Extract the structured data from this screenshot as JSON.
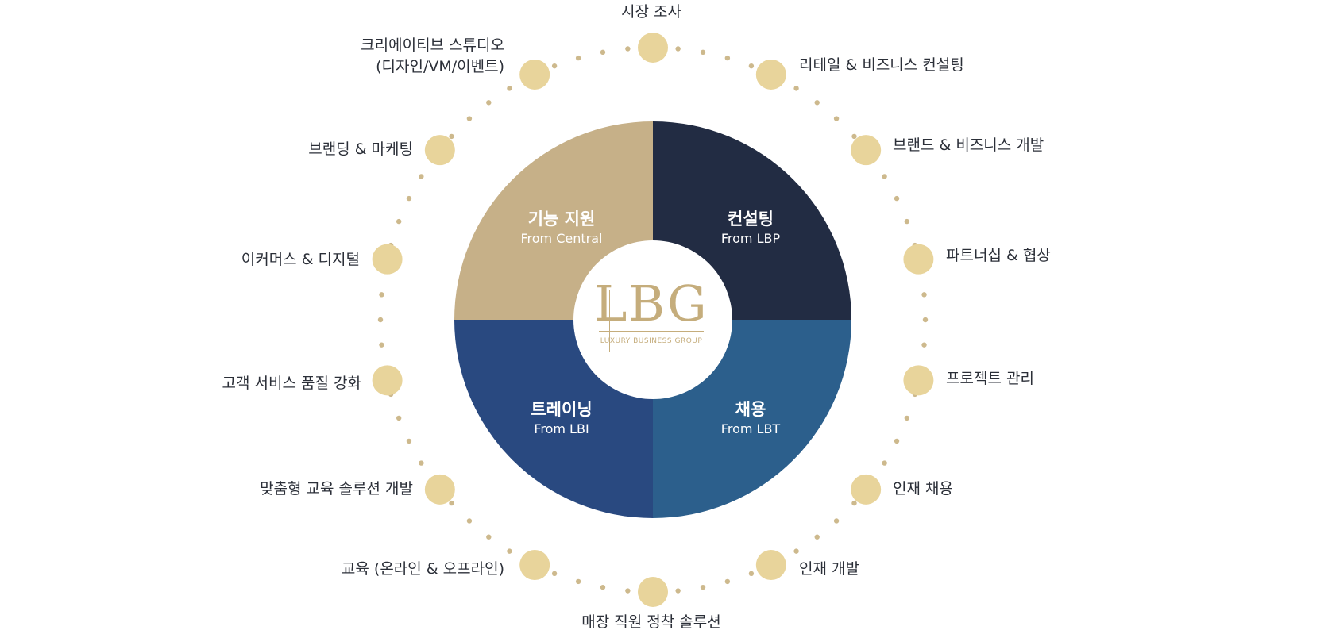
{
  "center": {
    "logo_text": "LBG",
    "logo_subtitle": "LUXURY BUSINESS GROUP"
  },
  "quadrants": [
    {
      "title": "기능 지원",
      "subtitle": "From Central",
      "color": "#c6b088"
    },
    {
      "title": "컨설팅",
      "subtitle": "From LBP",
      "color": "#222c43"
    },
    {
      "title": "채용",
      "subtitle": "From LBT",
      "color": "#2c5f8c"
    },
    {
      "title": "트레이닝",
      "subtitle": "From LBI",
      "color": "#294980"
    }
  ],
  "outer_nodes": [
    {
      "label": "시장 조사"
    },
    {
      "label": "리테일 & 비즈니스 컨설팅"
    },
    {
      "label": "브랜드 & 비즈니스 개발"
    },
    {
      "label": "파트너십 & 협상"
    },
    {
      "label": "프로젝트 관리"
    },
    {
      "label": "인재 채용"
    },
    {
      "label": "인재 개발"
    },
    {
      "label": "매장 직원 정착 솔루션"
    },
    {
      "label": "교육 (온라인 & 오프라인)"
    },
    {
      "label": "맞춤형 교육 솔루션 개발"
    },
    {
      "label": "고객 서비스 품질 강화"
    },
    {
      "label": "이커머스 & 디지털"
    },
    {
      "label": "브랜딩 & 마케팅"
    },
    {
      "label": "크리에이티브 스튜디오\n(디자인/VM/이벤트)"
    }
  ],
  "colors": {
    "node_fill": "#e8d49b",
    "dot_fill": "#cdb98d",
    "text": "#2b2f38",
    "accent": "#c5ad7c"
  }
}
